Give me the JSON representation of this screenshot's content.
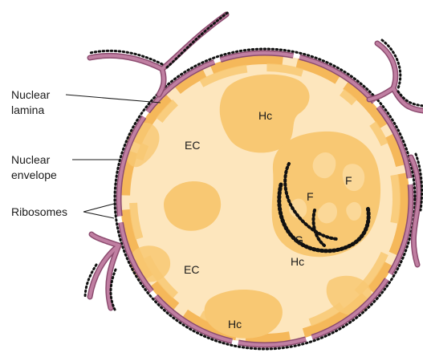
{
  "labels": {
    "nuclear_lamina": [
      "Nuclear",
      "lamina"
    ],
    "nuclear_envelope": [
      "Nuclear",
      "envelope"
    ],
    "ribosomes": "Ribosomes"
  },
  "regions": {
    "hc_top": "Hc",
    "ec_upper": "EC",
    "ec_lower": "EC",
    "f_left": "F",
    "f_right": "F",
    "g": "G",
    "hc_nucleolus": "Hc",
    "hc_bottom": "Hc"
  },
  "colors": {
    "nucleoplasm": "#fde6bd",
    "heterochromatin": "#f8c873",
    "lamina_rim": "#f5b85a",
    "fibrillar": "#fbd898",
    "envelope": "#c07fa2",
    "envelope_edge": "#8d4c70",
    "ribosome": "#111111"
  }
}
